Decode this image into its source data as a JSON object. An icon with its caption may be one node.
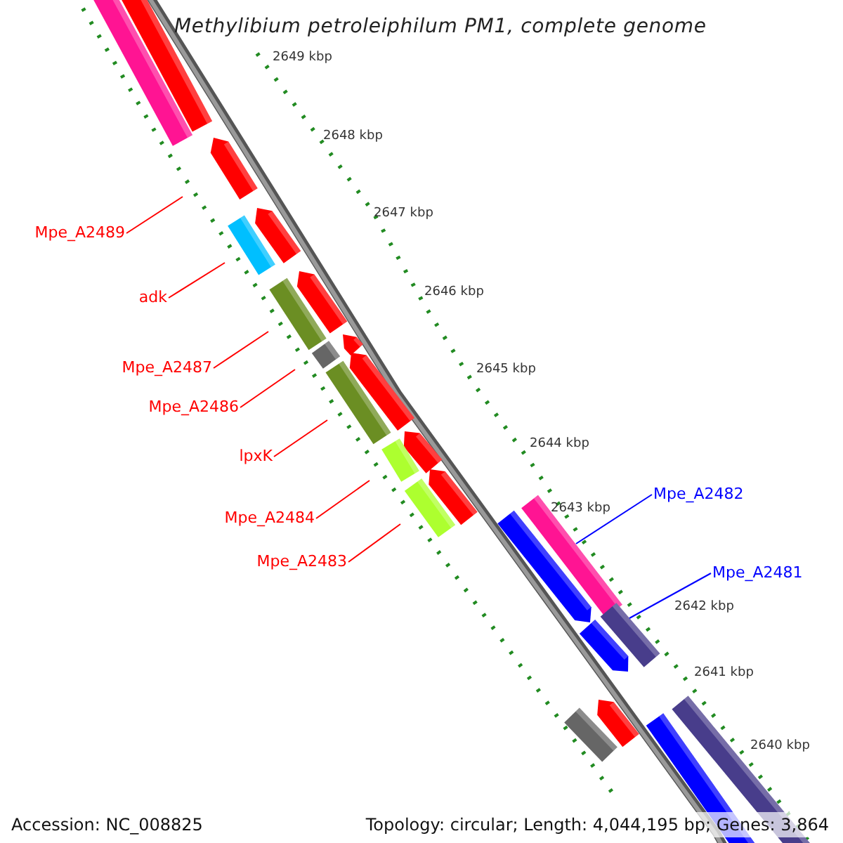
{
  "diagram": {
    "title": "Methylibium petroleiphilum PM1, complete genome",
    "nodes": [
      {
        "text": [
          "Mpe_A2489"
        ]
      },
      {
        "text": [
          "adk"
        ]
      },
      {
        "text": [
          "Mpe_A2487"
        ]
      },
      {
        "text": [
          "Mpe_A2486"
        ]
      },
      {
        "text": [
          "lpxK"
        ]
      },
      {
        "text": [
          "Mpe_A2484"
        ]
      },
      {
        "text": [
          "Mpe_A2483"
        ]
      },
      {
        "text": [
          "Mpe_A2482"
        ]
      },
      {
        "text": [
          "Mpe_A2481"
        ]
      },
      {
        "text": [],
        "shape": "bar"
      },
      {
        "text": [],
        "shape": "bar"
      }
    ],
    "edges": [
      {
        "from": 0,
        "to": null,
        "arrow": "none"
      },
      {
        "from": 1,
        "to": null,
        "arrow": "none"
      },
      {
        "from": 2,
        "to": null,
        "arrow": "none"
      },
      {
        "from": 3,
        "to": null,
        "arrow": "none"
      },
      {
        "from": 4,
        "to": null,
        "arrow": "none"
      },
      {
        "from": 5,
        "to": null,
        "arrow": "none"
      },
      {
        "from": 6,
        "to": null,
        "arrow": "none"
      },
      {
        "from": 7,
        "to": 9,
        "arrow": "none",
        "color": "#0000ff"
      },
      {
        "from": 8,
        "to": 10,
        "arrow": "none",
        "color": "#0000ff"
      }
    ],
    "labels": [
      "2649 kbp",
      "2648 kbp",
      "2647 kbp",
      "2646 kbp",
      "2645 kbp",
      "2644 kbp",
      "2643 kbp",
      "2642 kbp",
      "2641 kbp",
      "2640 kbp",
      "Accession: NC_008825",
      "Topology: circular; Length: 4,044,195 bp; Genes: 3,864"
    ]
  }
}
